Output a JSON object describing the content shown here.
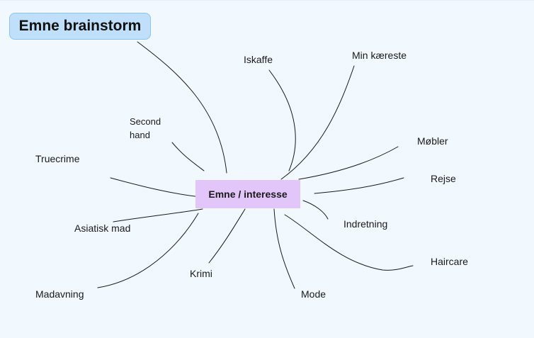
{
  "board": {
    "title": "Emne brainstorm",
    "center": "Emne / interesse",
    "topics": {
      "iskaffe": "Iskaffe",
      "min_kaereste": "Min kæreste",
      "second_hand_line1": "Second",
      "second_hand_line2": "hand",
      "truecrime": "Truecrime",
      "mobler": "Møbler",
      "rejse": "Rejse",
      "indretning": "Indretning",
      "asiatisk_mad": "Asiatisk mad",
      "haircare": "Haircare",
      "krimi": "Krimi",
      "madavning": "Madavning",
      "mode": "Mode"
    }
  },
  "colors": {
    "canvas": "#f1f8fe",
    "title_fill": "#bfdffb",
    "title_border": "#8cc4f1",
    "center_fill": "#e2c6fa",
    "connector": "#1a1a1a"
  }
}
